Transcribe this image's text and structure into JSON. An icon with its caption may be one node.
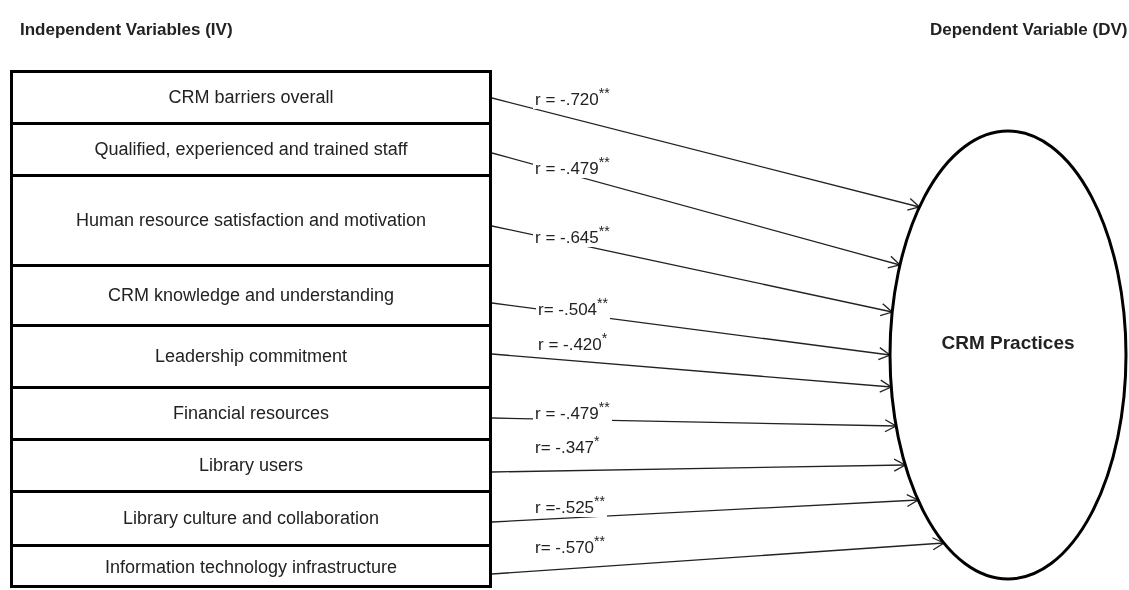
{
  "diagram": {
    "nodes": [
      {
        "text": [
          "Independent Variables (IV)"
        ]
      },
      {
        "text": [
          "CRM barriers overall"
        ],
        "in": 0
      },
      {
        "text": [
          "Qualified, experienced and trained staff"
        ],
        "in": 0
      },
      {
        "text": [
          "Human resource satisfaction and motivation"
        ],
        "in": 0
      },
      {
        "text": [
          "CRM knowledge and understanding"
        ],
        "in": 0
      },
      {
        "text": [
          "Leadership commitment"
        ],
        "in": 0
      },
      {
        "text": [
          "Financial resources"
        ],
        "in": 0
      },
      {
        "text": [
          "Library users"
        ],
        "in": 0
      },
      {
        "text": [
          "Library culture and collaboration"
        ],
        "in": 0
      },
      {
        "text": [
          "Information technology infrastructure"
        ],
        "in": 0
      },
      {
        "text": [
          "CRM Practices"
        ]
      }
    ],
    "labels": [
      "Dependent Variable (DV)"
    ],
    "edges": [
      {
        "from": 1,
        "to": 10,
        "arrow": "to",
        "label": "r = -.720$^{**}$"
      },
      {
        "from": 2,
        "to": 10,
        "arrow": "to",
        "label": "r = -.479$^{**}$"
      },
      {
        "from": 3,
        "to": 10,
        "arrow": "to",
        "label": "r = -.645$^{**}$"
      },
      {
        "from": 4,
        "to": 10,
        "arrow": "to",
        "label": "r= -.504$^{**}$"
      },
      {
        "from": 5,
        "to": 10,
        "arrow": "to",
        "label": "r = -.420$^{*}$"
      },
      {
        "from": 6,
        "to": 10,
        "arrow": "to",
        "label": "r = -.479$^{**}$"
      },
      {
        "from": 7,
        "to": 10,
        "arrow": "to",
        "label": "r= -.347$^{*}$"
      },
      {
        "from": 8,
        "to": 10,
        "arrow": "to",
        "label": "r =-.525$^{**}$"
      },
      {
        "from": 9,
        "to": 10,
        "arrow": "to",
        "label": "r= -.570$^{**}$"
      }
    ]
  }
}
